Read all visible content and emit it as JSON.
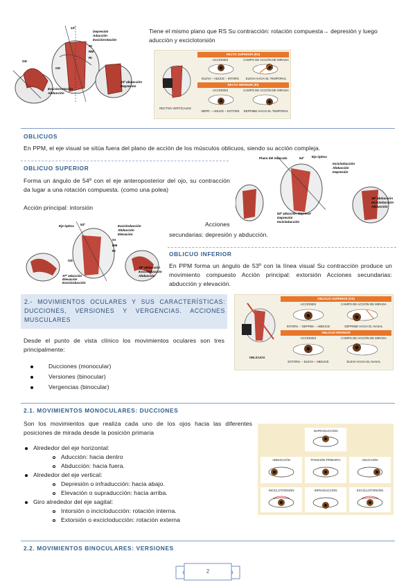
{
  "top_fig1": {
    "labels": [
      "23º",
      "Depresión",
      "Aducción",
      "Exciclorotación",
      "Exciclorrotación",
      "Abducción",
      "23º abducción",
      "Depresión",
      "OI",
      "RM",
      "RI",
      "OD",
      "OD"
    ]
  },
  "top_text": "Tiene el mismo plano que RS Su contracción: rotación compuesta→ depresión y luego aducción y exciclotorsión",
  "top_table": {
    "hdr1": "RECTO SUPERIOR (RS)",
    "c1": "ACCIONES",
    "c2": "CAMPO DE ACCIÓN DE MIRADA",
    "r1a": "ELEVA – ADUCE – INTORS",
    "r1b": "ELEVA HACIA EL TEMPORAL",
    "hdr2": "RECTO INFERIOR (RI)",
    "r2a": "DEPR. – ADUCE – EXTORS",
    "r2b": "DEPRIME HACIA EL TEMPORAL",
    "side": "RECTOS VERTICALES"
  },
  "oblicuos": {
    "heading": "OBLICUOS",
    "text": "En PPM, el eje visual se sitúa fuera del plano de acción de los músculos oblicuos, siendo su acción compleja."
  },
  "oblicuo_superior": {
    "heading": "OBLICUO SUPERIOR",
    "text": "Forma un ángulo de 54º con el eje anteroposterior del ojo, su contracción da lugar a una rotación compuesta. (como una polea)",
    "accion_principal": "Acción principal: intorsión",
    "acciones": "Acciones",
    "secundarias": "secundarias: depresión y abducción."
  },
  "fig_os": {
    "labels": [
      "Plano del músculo",
      "54º",
      "Eje óptico",
      "Incicloducción",
      "Abducción",
      "Depresión",
      "36º abducción",
      "Incicloducción",
      "Abducción",
      "54º aducción depresor",
      "Depresión",
      "Incicloducción"
    ]
  },
  "fig_oi": {
    "labels": [
      "Eje óptico",
      "53º",
      "Excicloducción",
      "Abducción",
      "Elevación",
      "OI",
      "RM",
      "RI",
      "OD",
      "37º aducción",
      "Elevación",
      "Excicloducción",
      "39º abducción",
      "Excicloducción",
      "Abducción"
    ]
  },
  "oblicuo_inferior": {
    "heading": "OBLICUO INFERIOR",
    "text": "En PPM forma un ángulo de 53º con la línea visual Su contracción produce un movimiento compuesto Acción principal: extorsión Acciones secundarias: abducción y elevación."
  },
  "section2": {
    "heading": "2.- MOVIMIENTOS OCULARES Y SUS CARACTERÍSTICAS: DUCCIONES, VERSIONES Y VERGENCIAS. ACCIONES MUSCULARES",
    "intro": "Desde el punto de vista clínico los movimientos oculares son tres principalmente:",
    "items": [
      "Ducciones (monocular)",
      "Versiones (binocular)",
      "Vergencias (binocular)"
    ]
  },
  "mid_table": {
    "hdr1": "OBLICUO SUPERIOR (OS)",
    "c1": "ACCIONES",
    "c2": "CAMPO DE ACCIÓN DE MIRADA",
    "r1a": "INTORS. – DEPRIM. – ABDUCE",
    "r1b": "DEPRIME HACIA EL NASAL",
    "hdr2": "OBLICUO INFERIOR",
    "c3": "ACCIONES",
    "c4": "CAMPO DE ACCIÓN DE MIRADA",
    "r2a": "EXTORS. – ELEVA – ABDUCE",
    "r2b": "ELEVA HACIA EL NASAL",
    "side": "OBLICUOS"
  },
  "section21": {
    "heading": "2.1. MOVIMIENTOS MONOCULARES: DUCCIONES",
    "intro": "Son los movimientos que realiza cada uno de los ojos hacia las diferentes posiciones de mirada desde la posición primaria",
    "groups": [
      {
        "title": "Alrededor del eje horizontal:",
        "items": [
          "Aducción: hacia dentro",
          "Abducción: hacia fuera."
        ]
      },
      {
        "title": "Alrededor del eje vertical:",
        "items": [
          "Depresión o infraducción: hacia abajo.",
          "Elevación o supraducción: hacia arriba."
        ]
      },
      {
        "title": "Giro alrededor del eje sagital:",
        "items": [
          "Intorsión o incicloducción: rotación interna.",
          "Extorsión o excicloducción: rotación externa"
        ]
      }
    ]
  },
  "duction_grid": {
    "labels": [
      "SUPRADUCCIÓN",
      "ABDUCCIÓN",
      "POSICIÓN PRIMARIA",
      "ADUCCIÓN",
      "INCICLOTORSIÓN",
      "INFRADUCCIÓN",
      "EXCICLOTORSIÓN"
    ]
  },
  "section22": {
    "heading": "2.2. MOVIMIENTOS BINOCULARES: VERSIONES"
  },
  "footer": {
    "page": "2"
  }
}
